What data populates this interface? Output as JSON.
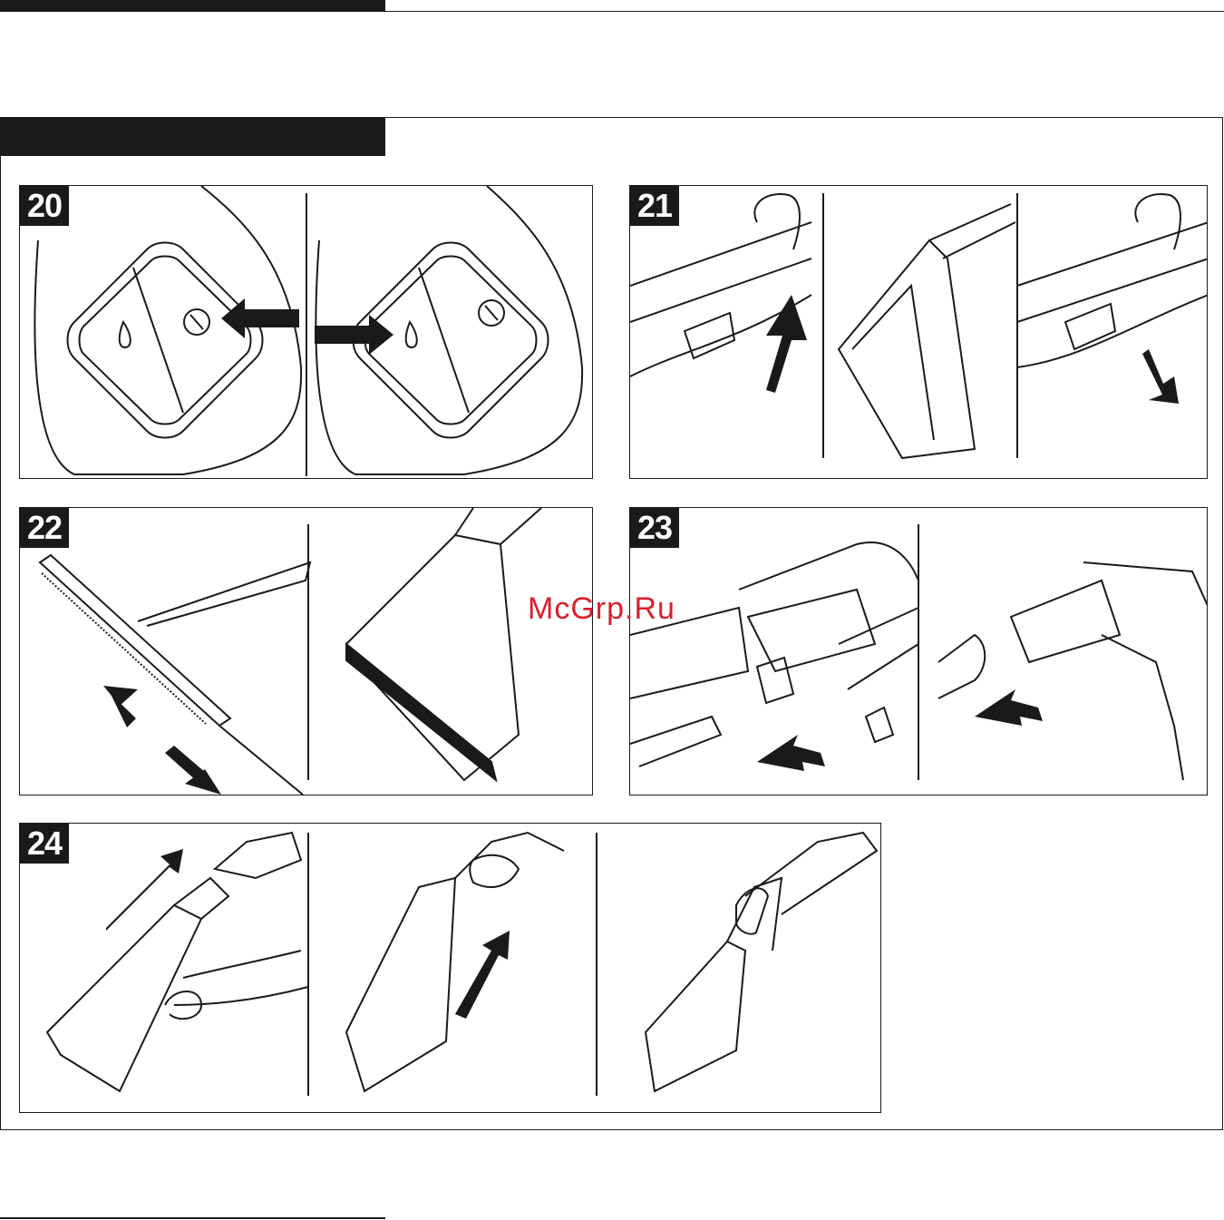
{
  "steps": [
    {
      "number": "20"
    },
    {
      "number": "21"
    },
    {
      "number": "22"
    },
    {
      "number": "23"
    },
    {
      "number": "24"
    }
  ],
  "watermark": {
    "text": "McGrp.Ru",
    "color": "#d8202a"
  },
  "colors": {
    "ink": "#1a1a1a",
    "paper": "#ffffff"
  }
}
